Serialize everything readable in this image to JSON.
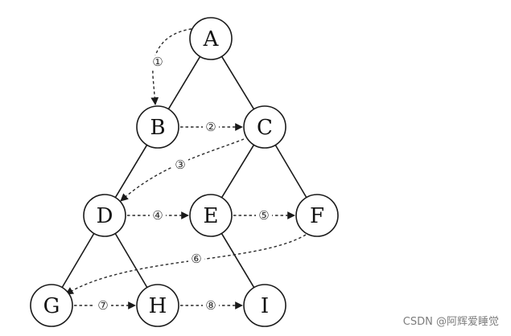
{
  "nodes": [
    {
      "id": "A",
      "label": "A"
    },
    {
      "id": "B",
      "label": "B"
    },
    {
      "id": "C",
      "label": "C"
    },
    {
      "id": "D",
      "label": "D"
    },
    {
      "id": "E",
      "label": "E"
    },
    {
      "id": "F",
      "label": "F"
    },
    {
      "id": "G",
      "label": "G"
    },
    {
      "id": "H",
      "label": "H"
    },
    {
      "id": "I",
      "label": "I"
    }
  ],
  "edges": [
    {
      "from": "A",
      "to": "B"
    },
    {
      "from": "A",
      "to": "C"
    },
    {
      "from": "B",
      "to": "D"
    },
    {
      "from": "C",
      "to": "E"
    },
    {
      "from": "C",
      "to": "F"
    },
    {
      "from": "D",
      "to": "G"
    },
    {
      "from": "D",
      "to": "H"
    },
    {
      "from": "E",
      "to": "I"
    }
  ],
  "traversal": [
    {
      "step": "①",
      "from": "A",
      "to": "B"
    },
    {
      "step": "②",
      "from": "B",
      "to": "C"
    },
    {
      "step": "③",
      "from": "C",
      "to": "D"
    },
    {
      "step": "④",
      "from": "D",
      "to": "E"
    },
    {
      "step": "⑤",
      "from": "E",
      "to": "F"
    },
    {
      "step": "⑥",
      "from": "F",
      "to": "G"
    },
    {
      "step": "⑦",
      "from": "G",
      "to": "H"
    },
    {
      "step": "⑧",
      "from": "H",
      "to": "I"
    }
  ],
  "watermark": "CSDN @阿辉爱睡觉"
}
